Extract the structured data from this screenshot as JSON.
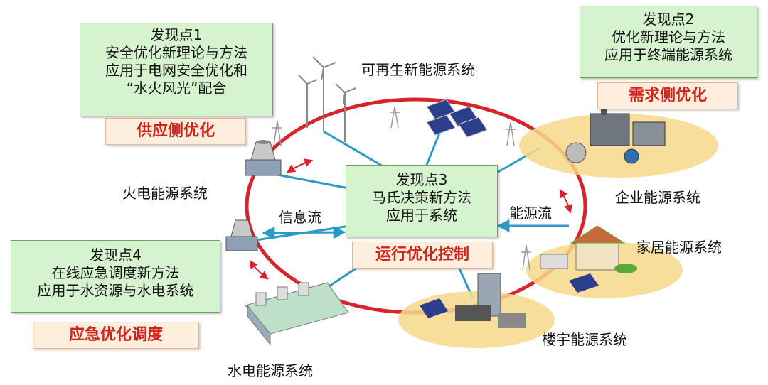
{
  "finding1": {
    "lines": [
      "发现点1",
      "安全优化新理论与方法",
      "应用于电网安全优化和",
      "“水火风光”配合"
    ],
    "tag": "供应侧优化"
  },
  "finding2": {
    "lines": [
      "发现点2",
      "优化新理论与方法",
      "应用于终端能源系统"
    ],
    "tag": "需求侧优化"
  },
  "finding3": {
    "lines": [
      "发现点3",
      "马氏决策新方法",
      "应用于系统"
    ],
    "tag": "运行优化控制"
  },
  "finding4": {
    "lines": [
      "发现点4",
      "在线应急调度新方法",
      "应用于水资源与水电系统"
    ],
    "tag": "应急优化调度"
  },
  "systems": {
    "renewable": "可再生新能源系统",
    "thermal": "火电能源系统",
    "enterprise": "企业能源系统",
    "home": "家居能源系统",
    "building": "楼宇能源系统",
    "hydro": "水电能源系统"
  },
  "flows": {
    "info": "信息流",
    "energy": "能源流"
  },
  "colors": {
    "ring": "#d8232a",
    "link": "#2b9bc6",
    "box_fill": "#d6f3cf",
    "tag_text": "#d2231a",
    "tag_fill": "#fdeede"
  }
}
